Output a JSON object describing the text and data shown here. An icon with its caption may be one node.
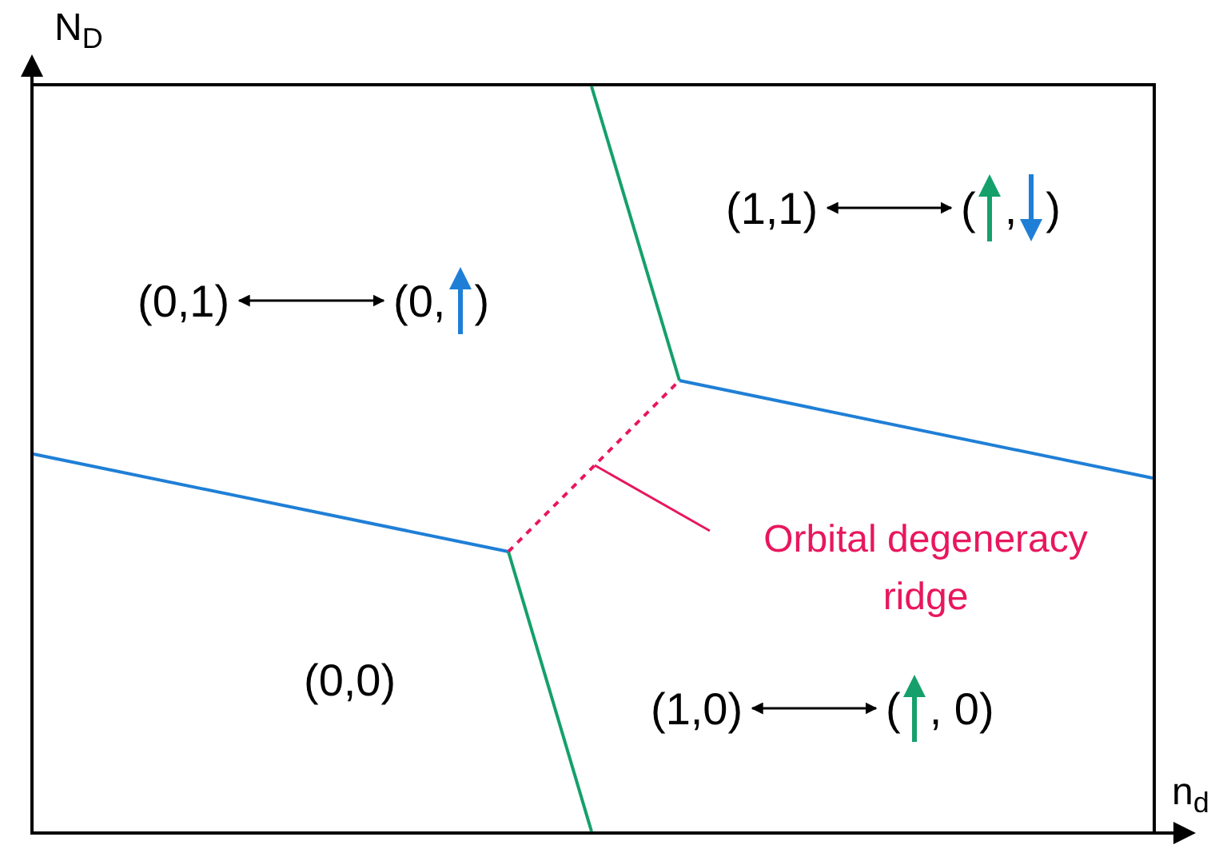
{
  "diagram": {
    "nodes": [
      {
        "text": [
          "(0,1)"
        ]
      },
      {
        "text": [
          "(0,",
          ")"
        ]
      },
      {
        "text": [
          "(1,1)"
        ]
      },
      {
        "text": [
          "(",
          ",",
          ")"
        ]
      },
      {
        "text": [
          "(1,0)"
        ]
      },
      {
        "text": [
          "(",
          ", 0)"
        ]
      },
      {
        "text": [
          "Orbital degeneracy ridge"
        ]
      }
    ],
    "edges": [
      {
        "from": 0,
        "to": 1,
        "arrow": "both"
      },
      {
        "from": 2,
        "to": 3,
        "arrow": "both"
      },
      {
        "from": 4,
        "to": 5,
        "arrow": "both"
      },
      {
        "from": 6,
        "to": null,
        "arrow": "none",
        "color": "#e8175d"
      }
    ],
    "labels": [
      "N$_{D}$",
      "(0,0)",
      "n$_{d}$"
    ]
  }
}
